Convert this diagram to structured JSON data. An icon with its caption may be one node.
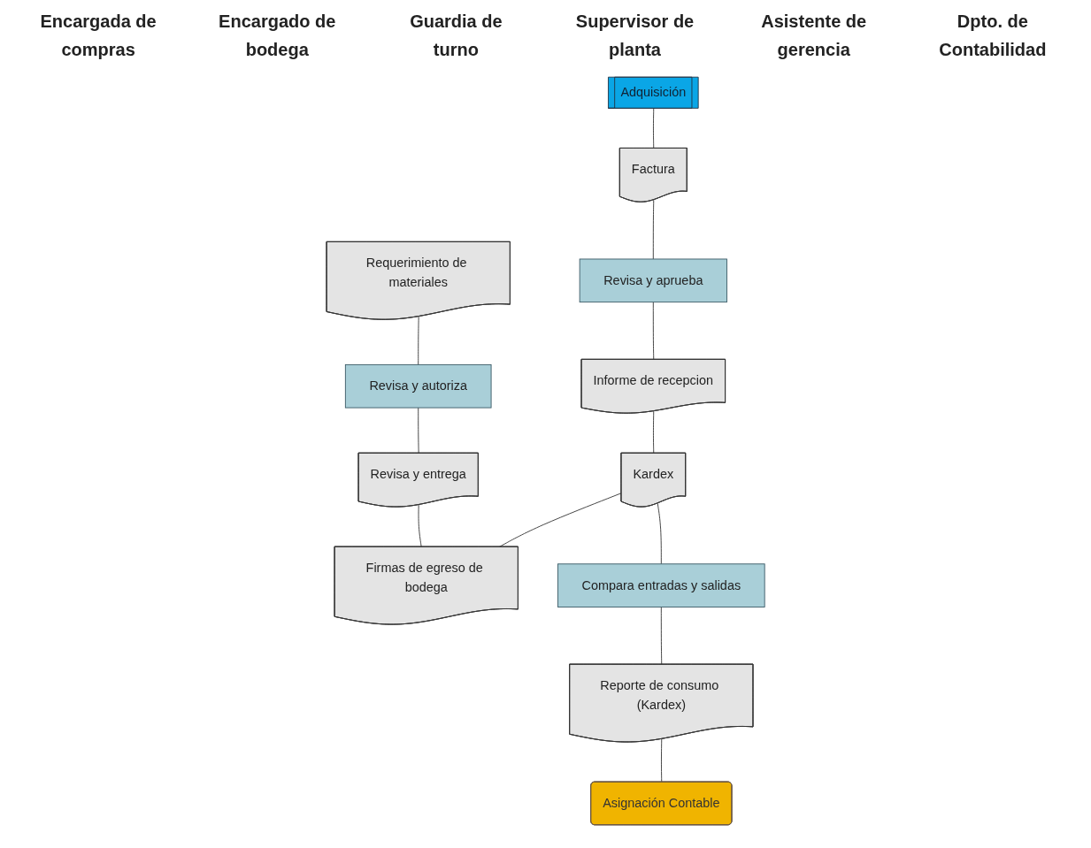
{
  "diagram": {
    "nodes": [
      {
        "text": [
          "Adquisición"
        ]
      },
      {
        "text": [
          "Factura"
        ]
      },
      {
        "text": [
          "Revisa y aprueba"
        ]
      },
      {
        "text": [
          "Informe de recepcion"
        ]
      },
      {
        "text": [
          "Requerimiento de materiales"
        ]
      },
      {
        "text": [
          "Revisa y autoriza"
        ]
      },
      {
        "text": [
          "Revisa y entrega"
        ]
      },
      {
        "text": [
          "Kardex"
        ]
      },
      {
        "text": [
          "Firmas de egreso de bodega"
        ]
      },
      {
        "text": [
          "Compara entradas y salidas"
        ]
      },
      {
        "text": [
          "Reporte de consumo (Kardex)"
        ]
      },
      {
        "text": [
          "Asignación Contable"
        ]
      }
    ],
    "edges": [
      {
        "from": 0,
        "to": 1,
        "arrow": "none"
      },
      {
        "from": 1,
        "to": 2,
        "arrow": "none"
      },
      {
        "from": 2,
        "to": 3,
        "arrow": "none"
      },
      {
        "from": 3,
        "to": 7,
        "arrow": "none"
      },
      {
        "from": 4,
        "to": 5,
        "arrow": "none"
      },
      {
        "from": 5,
        "to": 6,
        "arrow": "none"
      },
      {
        "from": 6,
        "to": 8,
        "arrow": "none"
      },
      {
        "from": 7,
        "to": 8,
        "arrow": "none"
      },
      {
        "from": 7,
        "to": 9,
        "arrow": "none"
      },
      {
        "from": 9,
        "to": 10,
        "arrow": "none"
      },
      {
        "from": 10,
        "to": 11,
        "arrow": "none"
      }
    ],
    "labels": [
      "Encargada de compras",
      "Encargado de bodega",
      "Guardia de turno",
      "Supervisor de planta",
      "Asistente de gerencia",
      "Dpto. de Contabilidad"
    ]
  }
}
